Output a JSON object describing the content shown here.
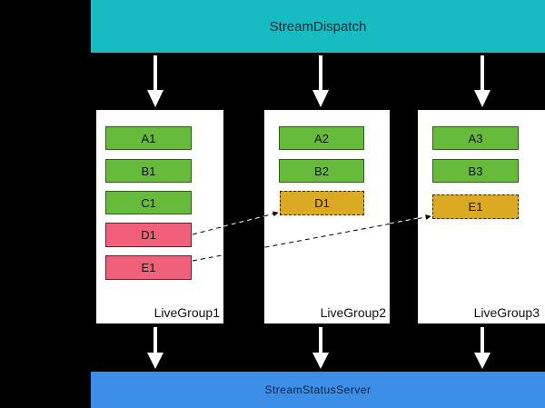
{
  "dispatch": {
    "label": "StreamDispatch",
    "color": "#16bcc2"
  },
  "status_server": {
    "label": "StreamStatusServer",
    "color": "#3d8ee6"
  },
  "groups": [
    {
      "label": "LiveGroup1",
      "nodes": [
        {
          "label": "A1",
          "state": "active"
        },
        {
          "label": "B1",
          "state": "active"
        },
        {
          "label": "C1",
          "state": "active"
        },
        {
          "label": "D1",
          "state": "migrating"
        },
        {
          "label": "E1",
          "state": "migrating"
        }
      ]
    },
    {
      "label": "LiveGroup2",
      "nodes": [
        {
          "label": "A2",
          "state": "active"
        },
        {
          "label": "B2",
          "state": "active"
        },
        {
          "label": "D1",
          "state": "incoming"
        }
      ]
    },
    {
      "label": "LiveGroup3",
      "nodes": [
        {
          "label": "A3",
          "state": "active"
        },
        {
          "label": "B3",
          "state": "active"
        },
        {
          "label": "E1",
          "state": "incoming"
        }
      ]
    }
  ],
  "colors": {
    "active": "#66bb3a",
    "migrating": "#f0607a",
    "incoming": "#dcaa22"
  }
}
